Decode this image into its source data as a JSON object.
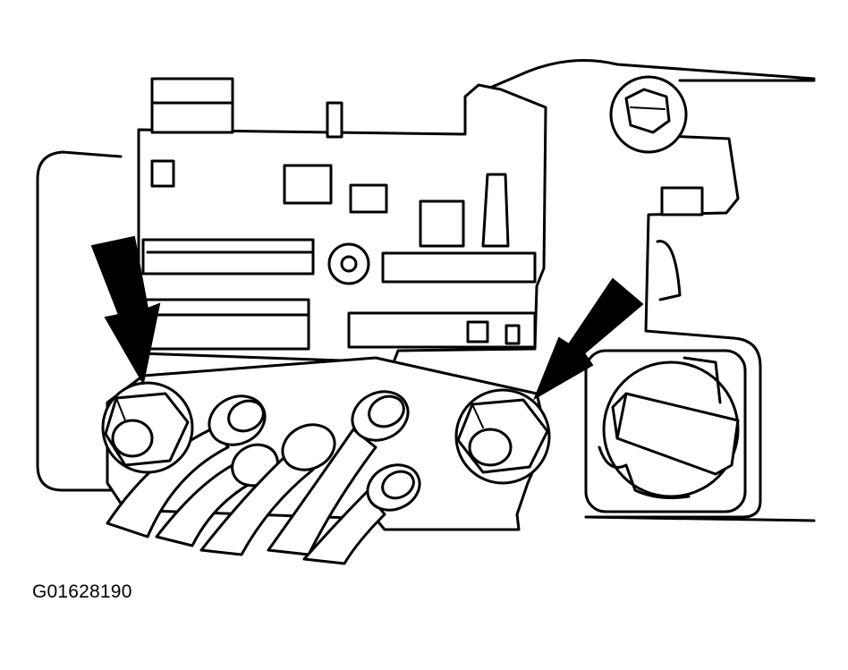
{
  "figure": {
    "id": "G01628190"
  },
  "colors": {
    "ink": "#000000",
    "paper": "#ffffff"
  },
  "callouts": [
    {
      "name": "left-arrow",
      "icon": "arrow-down-icon",
      "points_to": "left-mounting-nut"
    },
    {
      "name": "right-arrow",
      "icon": "arrow-down-left-icon",
      "points_to": "right-mounting-nut"
    }
  ]
}
